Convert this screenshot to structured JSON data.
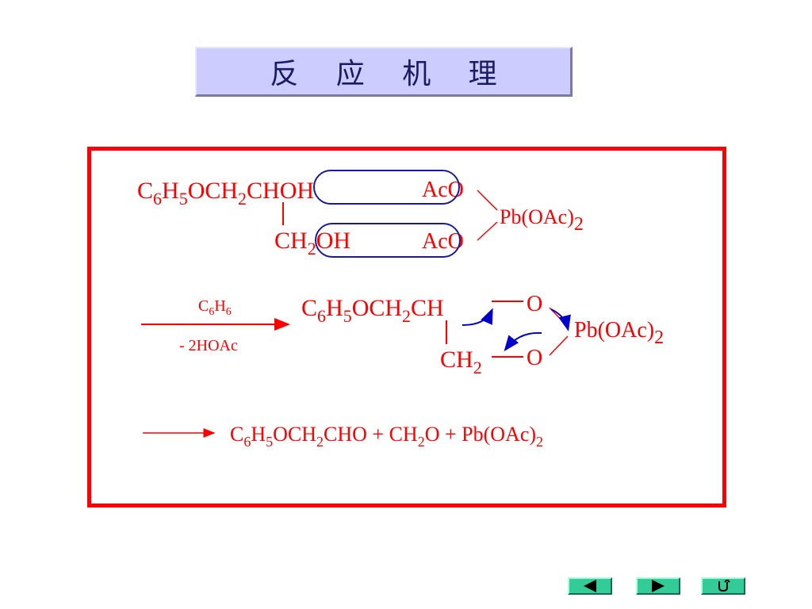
{
  "slide": {
    "title": "反 应 机 理"
  },
  "mechanism": {
    "step1": {
      "glycol_top_main": "C6H5OCH2CHOH",
      "glycol_bottom": "CH2OH",
      "aco_top": "AcO",
      "aco_bottom": "AcO",
      "lead_reagent": "Pb(OAc)2"
    },
    "step2": {
      "condition_above": "C6H6",
      "condition_below": "- 2HOAc",
      "intermediate_top": "C6H5OCH2CH",
      "intermediate_bottom": "CH2",
      "oxygen_top": "O",
      "oxygen_bottom": "O",
      "lead": "Pb(OAc)2"
    },
    "step3": {
      "products": "C6H5OCH2CHO + CH2O + Pb(OAc)2"
    }
  },
  "colors": {
    "text": "#ff0000",
    "frame": "#ff0000",
    "ellipse": "#1a1a99",
    "arrow": "#0000cc",
    "title_bg": "#ccccff",
    "nav_bg": "#33cc99"
  },
  "nav": {
    "prev_icon": "triangle-left-icon",
    "next_icon": "triangle-right-icon",
    "return_icon": "return-icon"
  }
}
